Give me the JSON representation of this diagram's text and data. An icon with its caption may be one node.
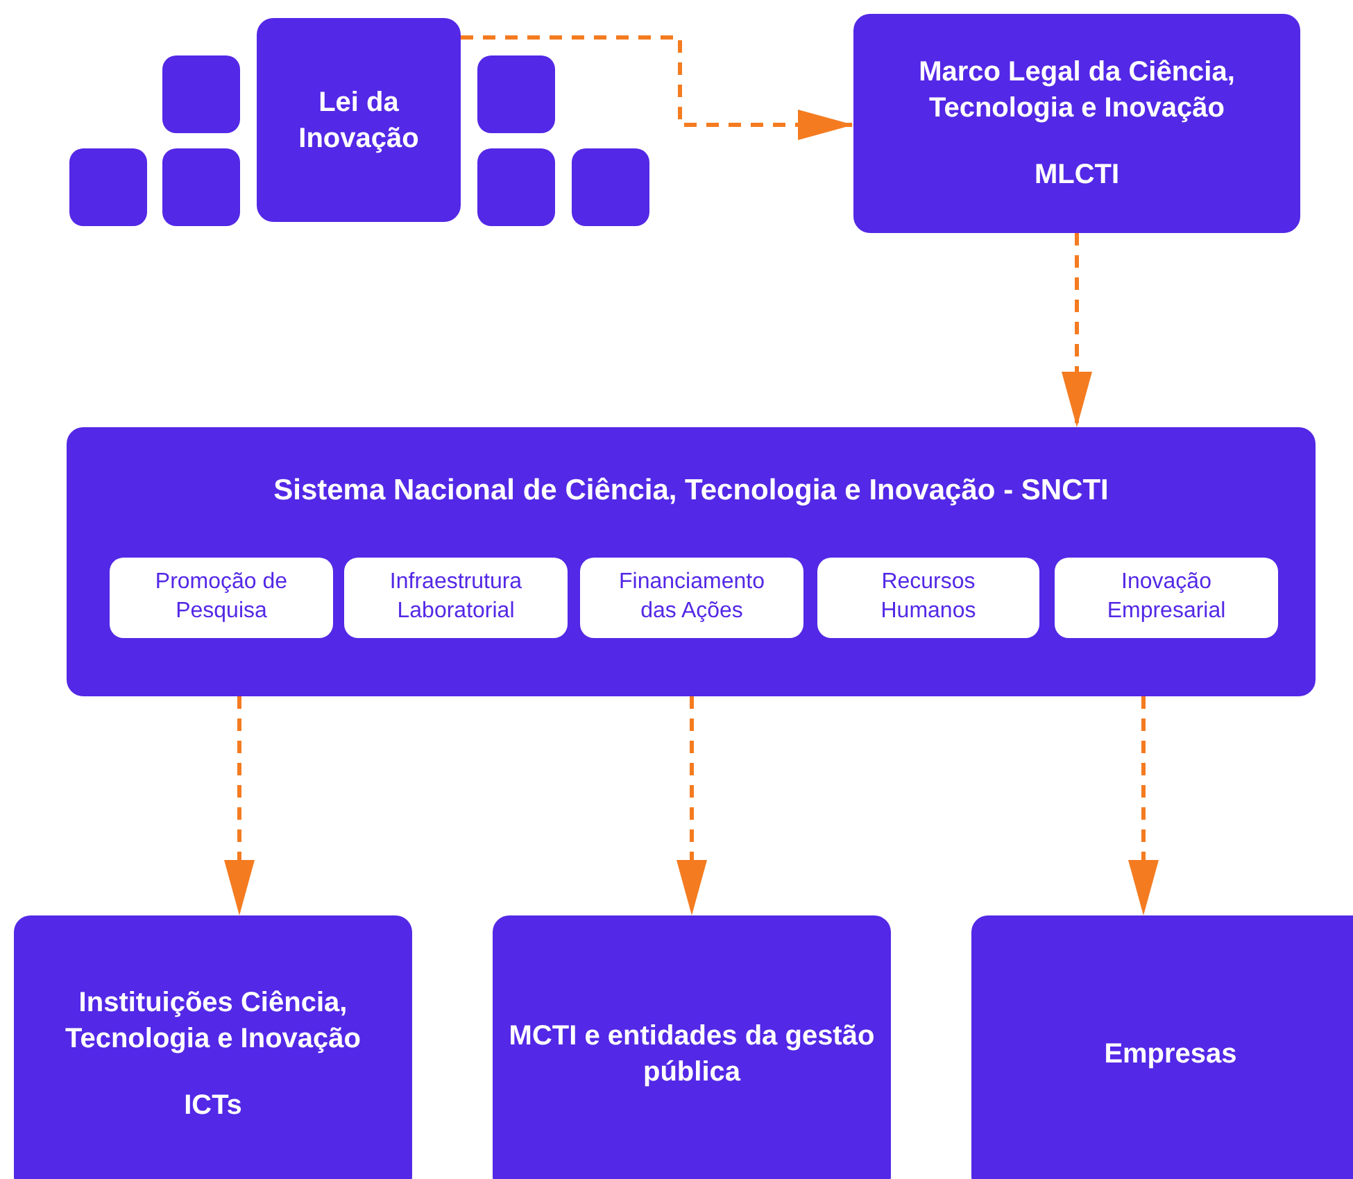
{
  "diagram": {
    "nodes": [
      {
        "text": [],
        "shape": "box"
      },
      {
        "text": [],
        "shape": "box"
      },
      {
        "text": [],
        "shape": "box"
      },
      {
        "text": [
          "Lei da Inovação"
        ]
      },
      {
        "text": [],
        "shape": "box"
      },
      {
        "text": [],
        "shape": "box"
      },
      {
        "text": [],
        "shape": "box"
      },
      {
        "text": [
          "Marco Legal da Ciência, Tecnologia e Inovação",
          "MLCTI"
        ]
      },
      {
        "text": [
          "Sistema Nacional de Ciência, Tecnologia e Inovação - SNCTI"
        ]
      },
      {
        "text": [
          "Promoção de Pesquisa"
        ],
        "in": 8
      },
      {
        "text": [
          "Infraestrutura Laboratorial"
        ],
        "in": 8
      },
      {
        "text": [
          "Financiamento das Ações"
        ],
        "in": 8
      },
      {
        "text": [
          "Recursos Humanos"
        ],
        "in": 8
      },
      {
        "text": [
          "Inovação Empresarial"
        ],
        "in": 8
      },
      {
        "text": [
          "Instituições Ciência, Tecnologia e Inovação",
          "ICTs"
        ]
      },
      {
        "text": [
          "MCTI e entidades da gestão pública"
        ]
      },
      {
        "text": [
          "Empresas"
        ]
      }
    ],
    "edges": [
      {
        "from": 3,
        "to": 7,
        "arrow": "to",
        "style": "dashed"
      },
      {
        "from": 7,
        "to": 8,
        "arrow": "to",
        "style": "dashed"
      },
      {
        "from": 8,
        "to": 14,
        "arrow": "to",
        "style": "dashed"
      },
      {
        "from": 8,
        "to": 15,
        "arrow": "to",
        "style": "dashed"
      },
      {
        "from": 8,
        "to": 16,
        "arrow": "to",
        "style": "dashed"
      }
    ]
  }
}
